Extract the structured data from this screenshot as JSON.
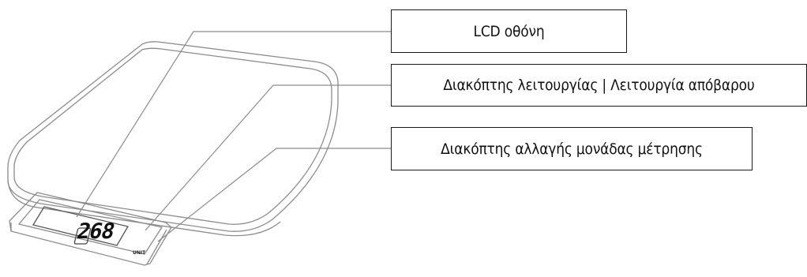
{
  "labels": {
    "lcd": "LCD οθόνη",
    "power_tare": "Διακόπτης λειτουργίας | Λειτουργία απόβαρου",
    "unit_switch": "Διακόπτης αλλαγής μονάδας μέτρησης"
  },
  "display": {
    "reading": "268",
    "unit_text": "UNIT"
  },
  "colors": {
    "outline": "#8c8c8c",
    "callout_border": "#1a1a1a",
    "digits": "#111111"
  }
}
